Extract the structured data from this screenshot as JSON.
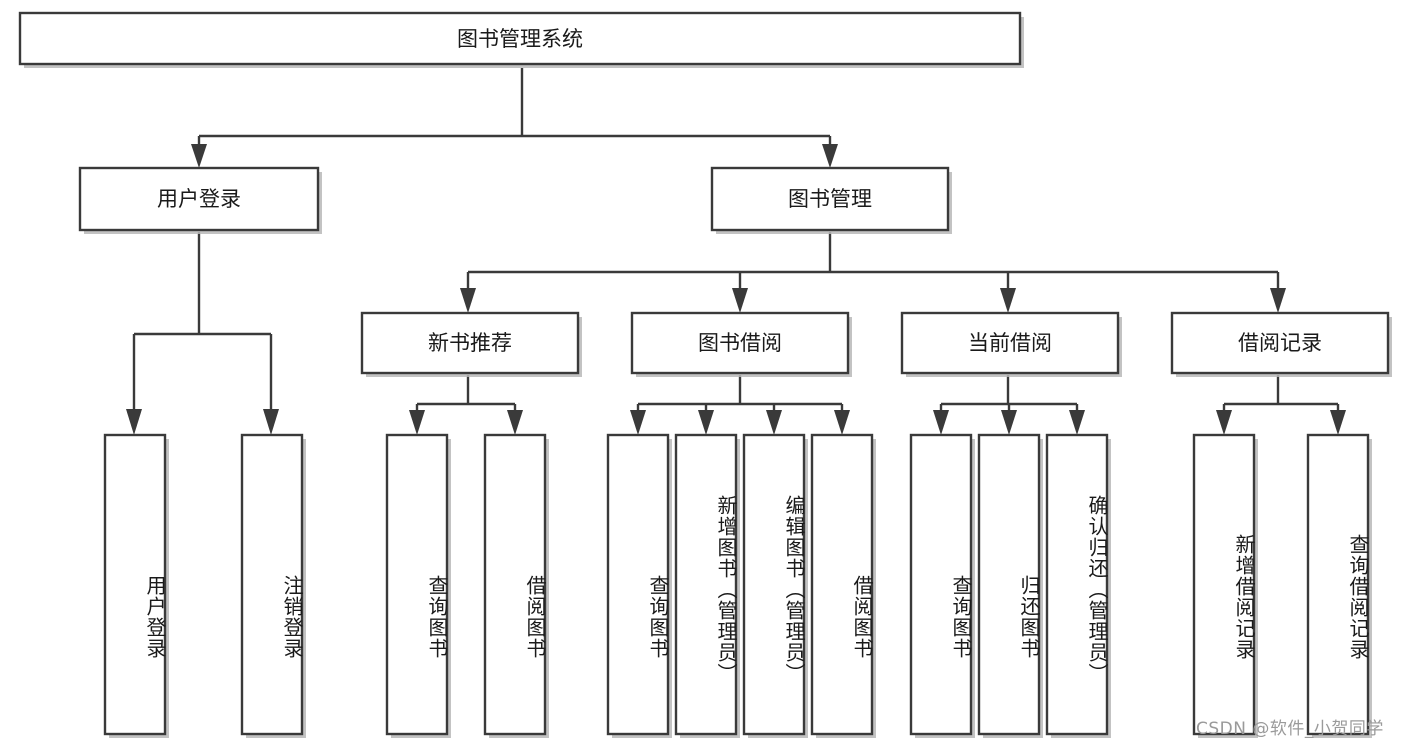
{
  "diagram": {
    "type": "tree-hierarchy",
    "title": "图书管理系统",
    "orientation": "top-down",
    "colors": {
      "stroke": "#3a3a3a",
      "fill": "#ffffff",
      "text": "#1a1a1a",
      "shadow": "#b8b8b8",
      "background": "#ffffff",
      "watermark": "#9a9a9a"
    },
    "root": {
      "label": "图书管理系统"
    },
    "level2": [
      {
        "label": "用户登录"
      },
      {
        "label": "图书管理"
      }
    ],
    "level3": [
      {
        "label": "新书推荐"
      },
      {
        "label": "图书借阅"
      },
      {
        "label": "当前借阅"
      },
      {
        "label": "借阅记录"
      }
    ],
    "leaves": {
      "user_login": [
        {
          "label": "用户登录"
        },
        {
          "label": "注销登录"
        }
      ],
      "new_book_recommend": [
        {
          "label": "查询图书"
        },
        {
          "label": "借阅图书"
        }
      ],
      "book_borrow": [
        {
          "label": "查询图书"
        },
        {
          "label": "新增图书（管理员）"
        },
        {
          "label": "编辑图书（管理员）"
        },
        {
          "label": "借阅图书"
        }
      ],
      "current_borrow": [
        {
          "label": "查询图书"
        },
        {
          "label": "归还图书"
        },
        {
          "label": "确认归还（管理员）"
        }
      ],
      "borrow_record": [
        {
          "label": "新增借阅记录"
        },
        {
          "label": "查询借阅记录"
        }
      ]
    }
  },
  "watermark": {
    "text": "CSDN @软件_小贺同学"
  }
}
